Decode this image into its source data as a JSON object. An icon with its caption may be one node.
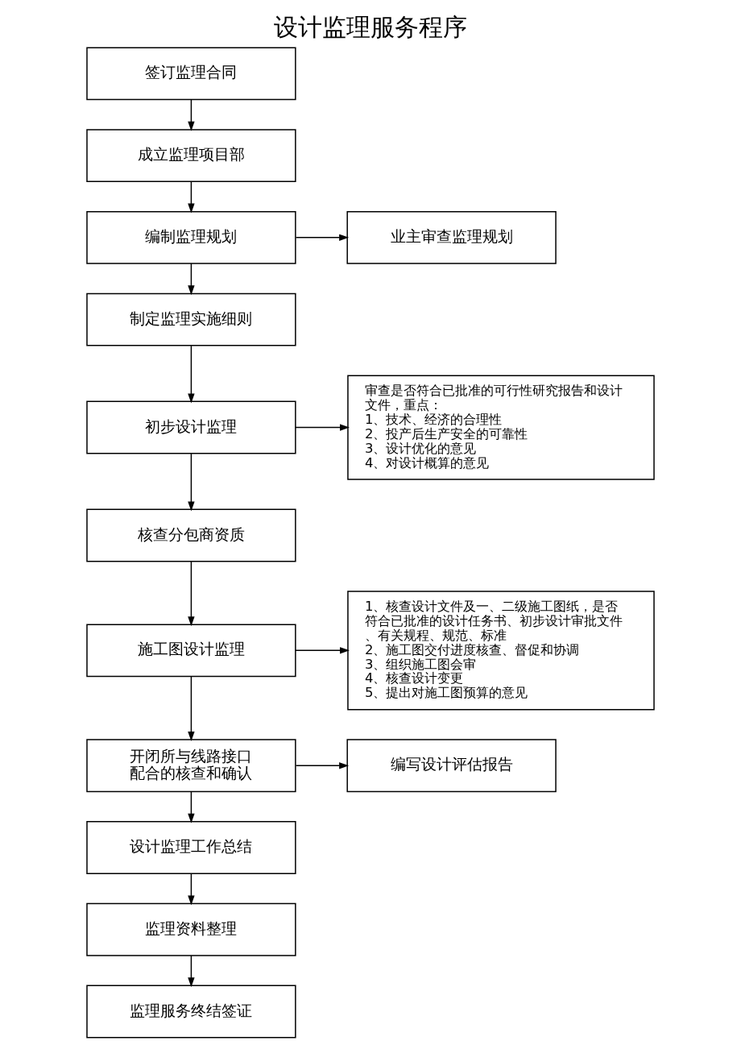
{
  "diagram": {
    "title": "设计监理服务程序",
    "nodes": [
      {
        "text": [
          "签订监理合同"
        ]
      },
      {
        "text": [
          "成立监理项目部"
        ]
      },
      {
        "text": [
          "编制监理规划"
        ]
      },
      {
        "text": [
          "业主审查监理规划"
        ]
      },
      {
        "text": [
          "制定监理实施细则"
        ]
      },
      {
        "text": [
          "初步设计监理"
        ]
      },
      {
        "text": [
          "审查是否符合已批准的可行性研究报告和设计文件，重点：",
          "1、技术、经济的合理性",
          "2、投产后生产安全的可靠性",
          "3、设计优化的意见",
          "4、对设计概算的意见"
        ]
      },
      {
        "text": [
          "核查分包商资质"
        ]
      },
      {
        "text": [
          "施工图设计监理"
        ]
      },
      {
        "text": [
          "1、核查设计文件及一、二级施工图纸，是否符合已批准的设计任务书、初步设计审批文件、有关规程、规范、标准",
          "2、施工图交付进度核查、督促和协调",
          "3、组织施工图会审",
          "4、核查设计变更",
          "5、提出对施工图预算的意见"
        ]
      },
      {
        "text": [
          "开闭所与线路接口配合的核查和确认"
        ]
      },
      {
        "text": [
          "编写设计评估报告"
        ]
      },
      {
        "text": [
          "设计监理工作总结"
        ]
      },
      {
        "text": [
          "监理资料整理"
        ]
      },
      {
        "text": [
          "监理服务终结签证"
        ]
      }
    ],
    "edges": [
      {
        "from": 0,
        "to": 1,
        "arrow": "to"
      },
      {
        "from": 1,
        "to": 2,
        "arrow": "to"
      },
      {
        "from": 2,
        "to": 3,
        "arrow": "to"
      },
      {
        "from": 2,
        "to": 4,
        "arrow": "to"
      },
      {
        "from": 4,
        "to": 5,
        "arrow": "to"
      },
      {
        "from": 5,
        "to": 6,
        "arrow": "to"
      },
      {
        "from": 5,
        "to": 7,
        "arrow": "to"
      },
      {
        "from": 7,
        "to": 8,
        "arrow": "to"
      },
      {
        "from": 8,
        "to": 9,
        "arrow": "to"
      },
      {
        "from": 8,
        "to": 10,
        "arrow": "to"
      },
      {
        "from": 10,
        "to": 11,
        "arrow": "to"
      },
      {
        "from": 10,
        "to": 12,
        "arrow": "to"
      },
      {
        "from": 12,
        "to": 13,
        "arrow": "to"
      },
      {
        "from": 13,
        "to": 14,
        "arrow": "to"
      }
    ]
  }
}
